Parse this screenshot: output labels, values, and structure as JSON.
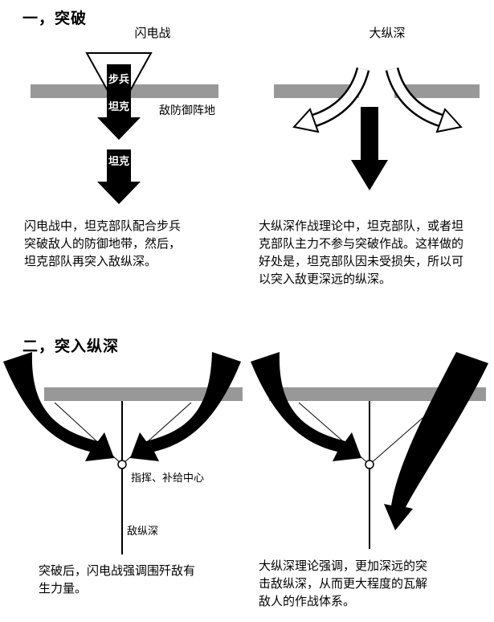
{
  "section1": {
    "title": "一，突破",
    "left": {
      "heading": "闪电战",
      "infantry_label": "步兵",
      "tank_label_1": "坦克",
      "tank_label_2": "坦克",
      "defense_label": "敌防御阵地",
      "paragraph": "闪电战中，坦克部队配合步兵\n突破敌人的防御地带，然后，\n坦克部队再突入敌纵深。"
    },
    "right": {
      "heading": "大纵深",
      "paragraph": "大纵深作战理论中，坦克部队，或者坦\n克部队主力不参与突破作战。这样做的\n好处是，坦克部队因未受损失，所以可\n以突入敌更深远的纵深。"
    }
  },
  "section2": {
    "title": "二，突入纵深",
    "left": {
      "center_label": "指挥、补给中心",
      "depth_label": "敌纵深",
      "paragraph": "突破后，闪电战强调围歼敌有\n生力量。"
    },
    "right": {
      "paragraph": "大纵深理论强调，更加深远的突\n击敌纵深，从而更大程度的瓦解\n敌人的作战体系。"
    }
  },
  "colors": {
    "bar_gray": "#989898",
    "arrow_black": "#000000",
    "arrow_white": "#ffffff"
  }
}
